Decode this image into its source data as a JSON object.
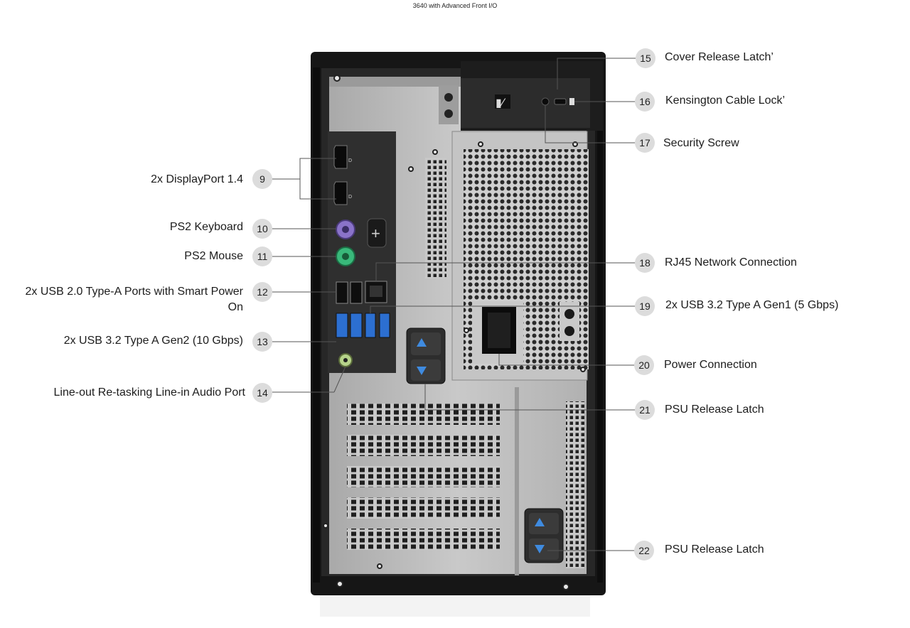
{
  "title": "3640 with Advanced Front I/O",
  "callouts": {
    "c9": {
      "num": "9",
      "text": "2x DisplayPort 1.4"
    },
    "c10": {
      "num": "10",
      "text": "PS2 Keyboard"
    },
    "c11": {
      "num": "11",
      "text": "PS2 Mouse"
    },
    "c12": {
      "num": "12",
      "text": "2x USB 2.0 Type-A Ports with Smart Power On"
    },
    "c13": {
      "num": "13",
      "text": "2x USB 3.2 Type A Gen2 (10 Gbps)"
    },
    "c14": {
      "num": "14",
      "text": "Line-out Re-tasking Line-in Audio Port"
    },
    "c15": {
      "num": "15",
      "text": "Cover Release Latch’"
    },
    "c16": {
      "num": "16",
      "text": "Kensington Cable Lock’"
    },
    "c17": {
      "num": "17",
      "text": "Security Screw"
    },
    "c18": {
      "num": "18",
      "text": "RJ45 Network Connection"
    },
    "c19": {
      "num": "19",
      "text": "2x USB 3.2 Type A Gen1 (5 Gbps)"
    },
    "c20": {
      "num": "20",
      "text": "Power Connection"
    },
    "c21": {
      "num": "21",
      "text": "PSU Release Latch"
    },
    "c22": {
      "num": "22",
      "text": "PSU Release Latch"
    }
  },
  "colors": {
    "chassis": "#1b1b1b",
    "panel": "#b9b9b9",
    "io_plate": "#2e2e2e",
    "ps2_keyboard": "#8a73c9",
    "ps2_mouse": "#39b87a",
    "usb3_blue": "#2c6fd1",
    "audio_green": "#b6d38a",
    "latch_arrow": "#3f8be0",
    "badge": "#dcdcdc"
  },
  "icons": [
    "tower-chassis-illustration",
    "lock-icon",
    "unlock-icon",
    "arrow-up-icon",
    "arrow-down-icon"
  ]
}
